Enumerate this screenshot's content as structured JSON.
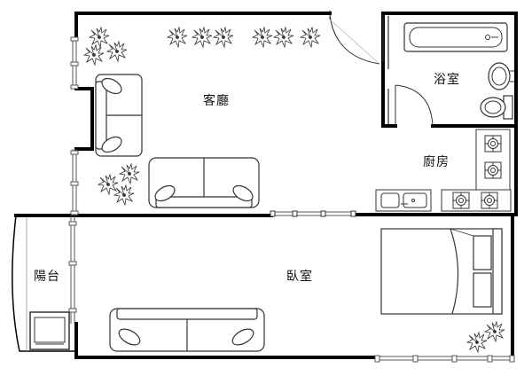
{
  "rooms": {
    "living": "客廳",
    "bathroom": "浴室",
    "kitchen": "廚房",
    "bedroom": "臥室",
    "balcony": "陽台"
  },
  "colors": {
    "wall": "#000000",
    "line": "#333333",
    "fill": "#ffffff",
    "window": "#555555"
  },
  "icons": {
    "plant": "plant-icon",
    "sofa": "sofa-icon",
    "bathtub": "bathtub-icon",
    "toilet": "toilet-icon",
    "sink": "sink-icon",
    "stove": "stove-burner-icon",
    "bed": "bed-icon",
    "washer": "washing-machine-icon"
  }
}
